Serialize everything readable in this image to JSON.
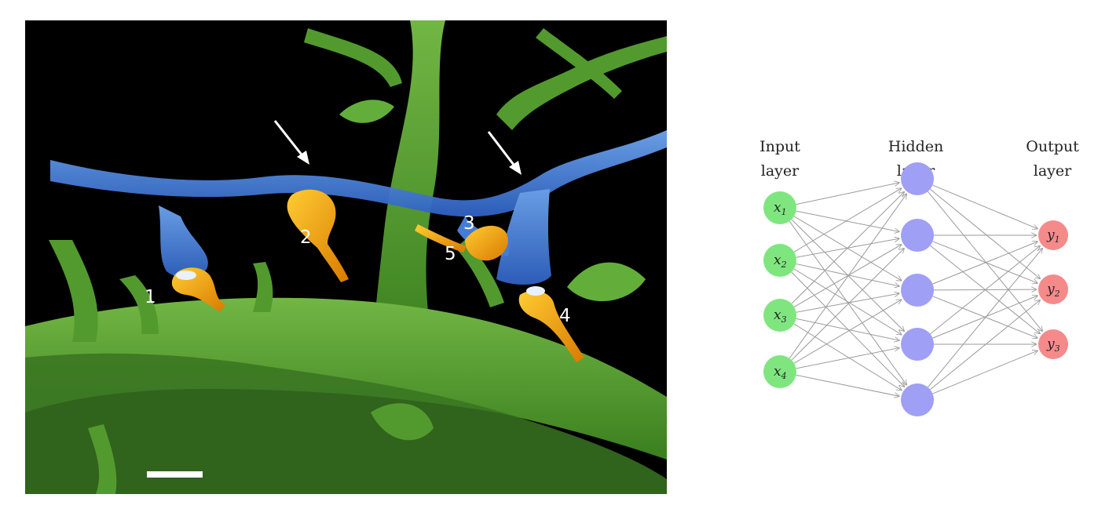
{
  "micrograph": {
    "labels": [
      "1",
      "2",
      "3",
      "4",
      "5"
    ],
    "colors": {
      "background": "#000000",
      "axon": "#4a84e0",
      "dendrite": "#6ab83a",
      "bouton": "#f0a800",
      "scale_bar": "#ffffff"
    }
  },
  "network": {
    "layers": [
      {
        "title_1": "Input",
        "title_2": "layer",
        "nodes": [
          {
            "var": "x",
            "sub": "1"
          },
          {
            "var": "x",
            "sub": "2"
          },
          {
            "var": "x",
            "sub": "3"
          },
          {
            "var": "x",
            "sub": "4"
          }
        ]
      },
      {
        "title_1": "Hidden",
        "title_2": "layer",
        "nodes": [
          {},
          {},
          {},
          {},
          {}
        ]
      },
      {
        "title_1": "Output",
        "title_2": "layer",
        "nodes": [
          {
            "var": "y",
            "sub": "1"
          },
          {
            "var": "y",
            "sub": "2"
          },
          {
            "var": "y",
            "sub": "3"
          }
        ]
      }
    ],
    "colors": {
      "input": "#7fe67f",
      "hidden": "#9f9ff5",
      "output": "#f58a8a",
      "edge": "#9a9a9a"
    }
  }
}
